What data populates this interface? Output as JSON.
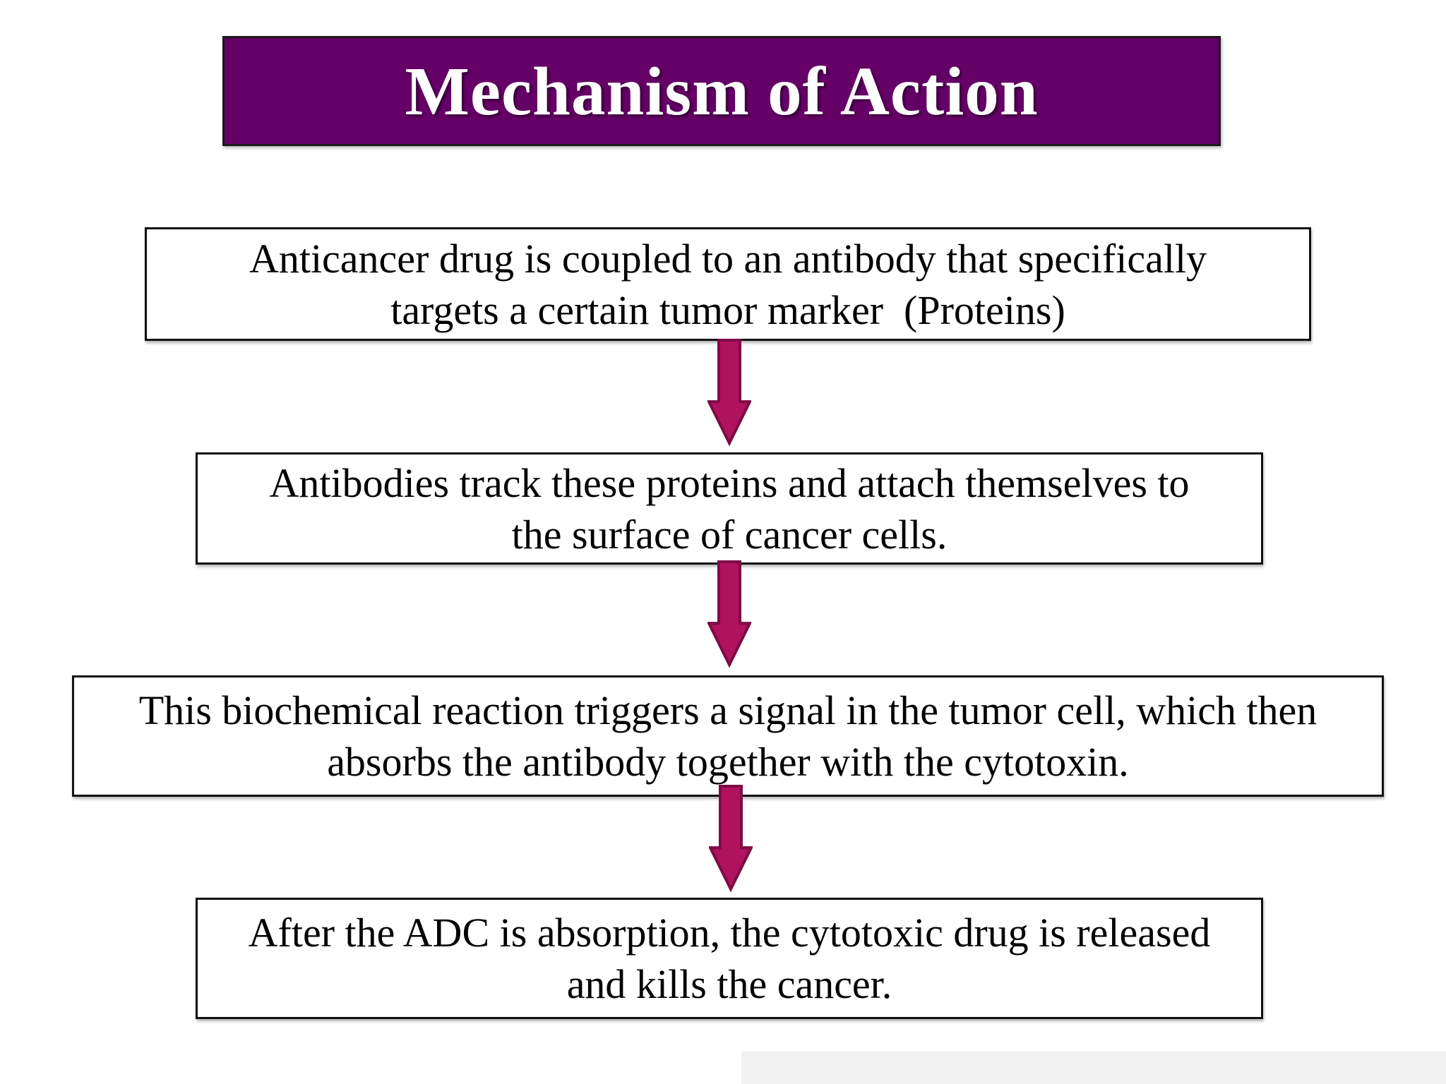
{
  "slide": {
    "title": "Mechanism of Action",
    "steps": [
      {
        "line1": "Anticancer drug is coupled to an antibody that specifically",
        "line2": "targets a certain tumor marker  (Proteins)"
      },
      {
        "line1": "Antibodies track these proteins and attach themselves to",
        "line2": "the surface of cancer cells."
      },
      {
        "line1": "This biochemical reaction triggers a signal in the tumor cell, which then",
        "line2": "absorbs the antibody together with the cytotoxin."
      },
      {
        "line1": "After the ADC is absorption, the cytotoxic drug is released",
        "line2": "and kills the cancer."
      }
    ],
    "colors": {
      "background": "#ffffff",
      "banner_fill": "#650067",
      "banner_border": "#1a1a1a",
      "banner_text": "#ffffff",
      "box_fill": "#ffffff",
      "box_border": "#111111",
      "box_text": "#000000",
      "arrow_fill": "#b0125f",
      "arrow_outline": "#7d0c44",
      "strip_fill": "#f2f2f2"
    }
  }
}
